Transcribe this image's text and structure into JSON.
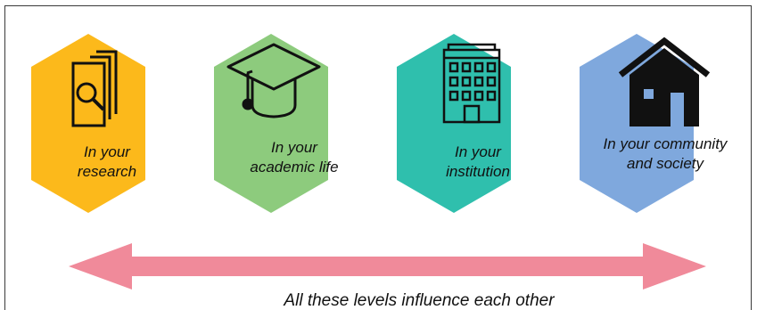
{
  "colors": {
    "research": "#FCB91B",
    "academic": "#8DCB7D",
    "institution": "#2FBFAD",
    "community": "#7FA8DD",
    "arrow": "#F08A9A",
    "icon": "#111111"
  },
  "levels": [
    {
      "icon": "research-documents-icon",
      "line1": "In your",
      "line2": "research"
    },
    {
      "icon": "graduation-cap-icon",
      "line1": "In your",
      "line2": "academic life"
    },
    {
      "icon": "building-icon",
      "line1": "In your",
      "line2": "institution"
    },
    {
      "icon": "house-icon",
      "line1": "In your community",
      "line2": "and society"
    }
  ],
  "caption": "All these levels influence each other"
}
